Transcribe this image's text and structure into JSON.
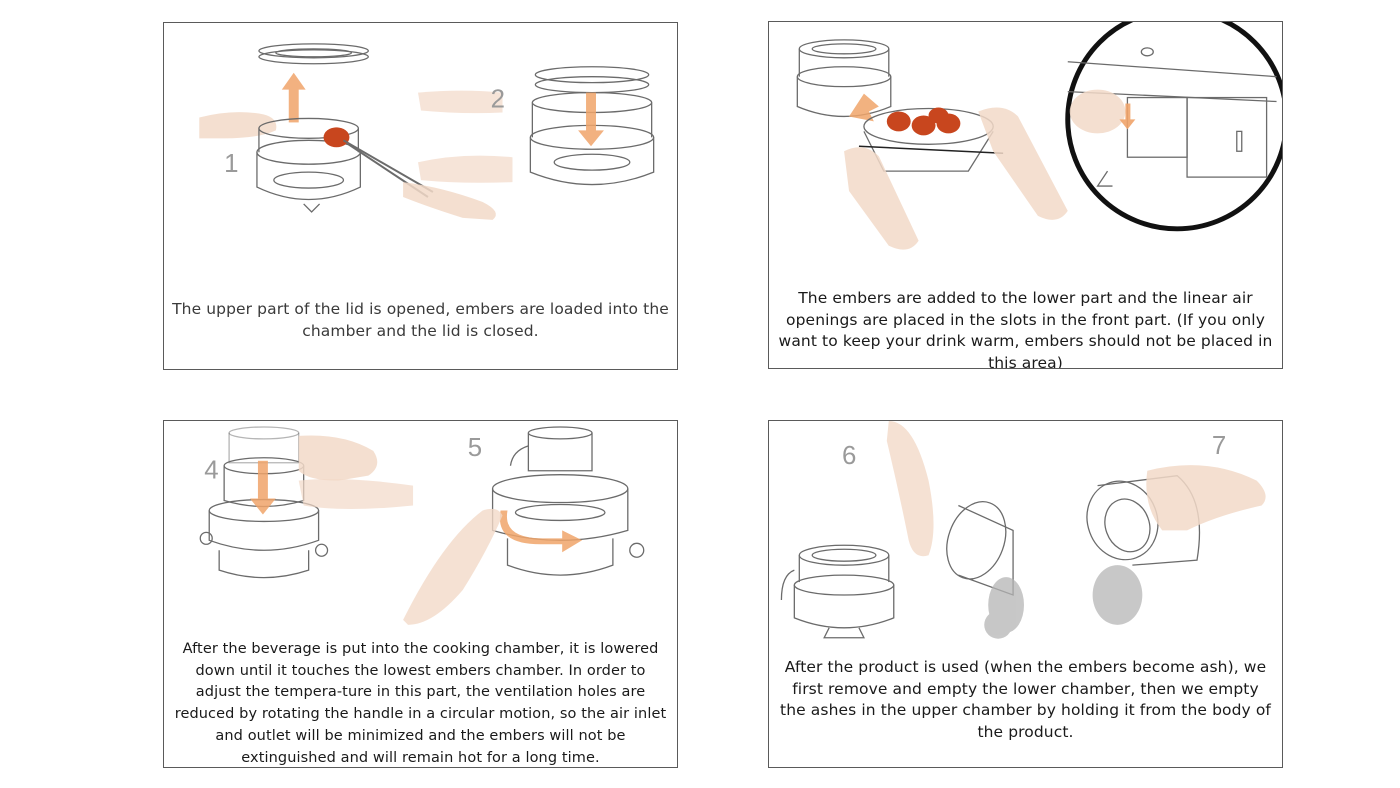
{
  "panels": [
    {
      "steps": [
        "1",
        "2"
      ],
      "caption": "The upper part of the lid is opened, embers are loaded into the chamber and the lid is closed."
    },
    {
      "steps": [],
      "caption": "The embers are added to the lower part and the linear air openings are placed in the slots in the front part. (If you only want to keep your drink warm, embers should not be placed in this area)"
    },
    {
      "steps": [
        "4",
        "5"
      ],
      "caption": "After the beverage is put into the cooking chamber, it is lowered down until it touches the lowest embers chamber. In order to adjust the tempera-ture in this part, the ventilation holes are reduced by rotating the handle in a circular motion, so the air inlet and outlet will be minimized and the embers will not be extinguished and will remain hot for a long time."
    },
    {
      "steps": [
        "6",
        "7"
      ],
      "caption": "After the product is used (when the embers become ash), we first remove and empty the lower chamber, then we empty the ashes in the upper chamber by holding it from the body of the product."
    }
  ],
  "colors": {
    "frame": "#5a5a5a",
    "arrow": "#f0a46a",
    "ember": "#c8461e",
    "skin": "#f2d9c8",
    "line": "#6b6b6b",
    "step_number": "#9a9a9a"
  }
}
